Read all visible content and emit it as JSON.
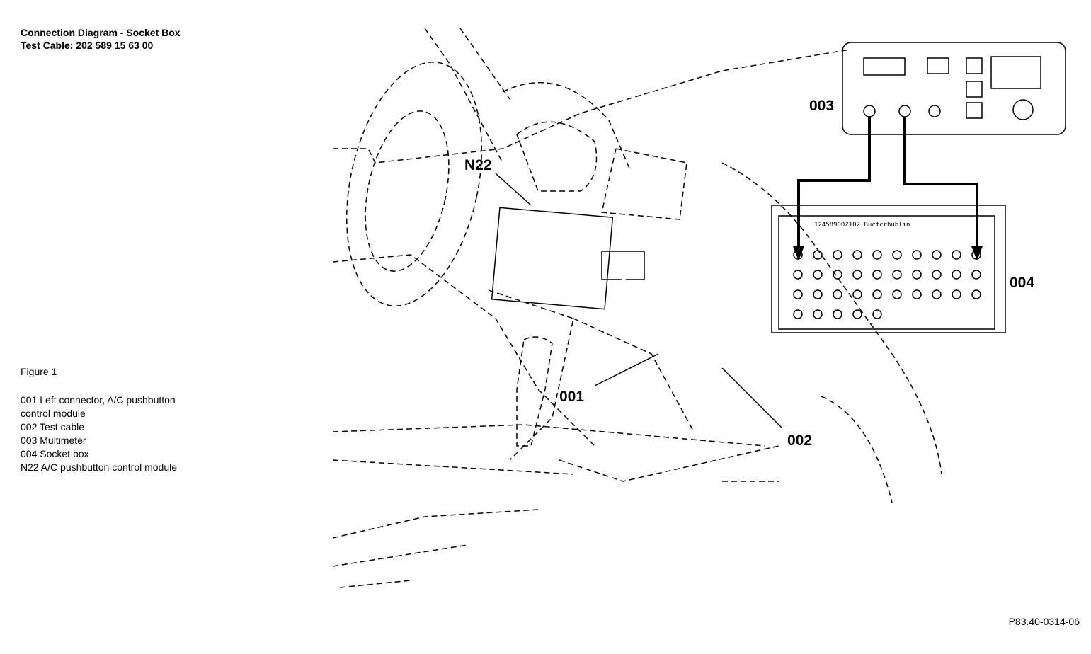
{
  "header": {
    "line1": "Connection Diagram - Socket Box",
    "line2": "Test Cable: 202 589 15 63 00"
  },
  "figure": {
    "label": "Figure 1"
  },
  "legend": {
    "lines": [
      "001 Left connector, A/C pushbutton",
      "control module",
      "002 Test cable",
      "003 Multimeter",
      "004 Socket box",
      "N22 A/C pushbutton control module"
    ]
  },
  "callouts": {
    "n22": "N22",
    "c001": "001",
    "c002": "002",
    "c003": "003",
    "c004": "004"
  },
  "socket_box_label": "12458900Z102   Bucfcrhublin",
  "reference_code": "P83.40-0314-06"
}
